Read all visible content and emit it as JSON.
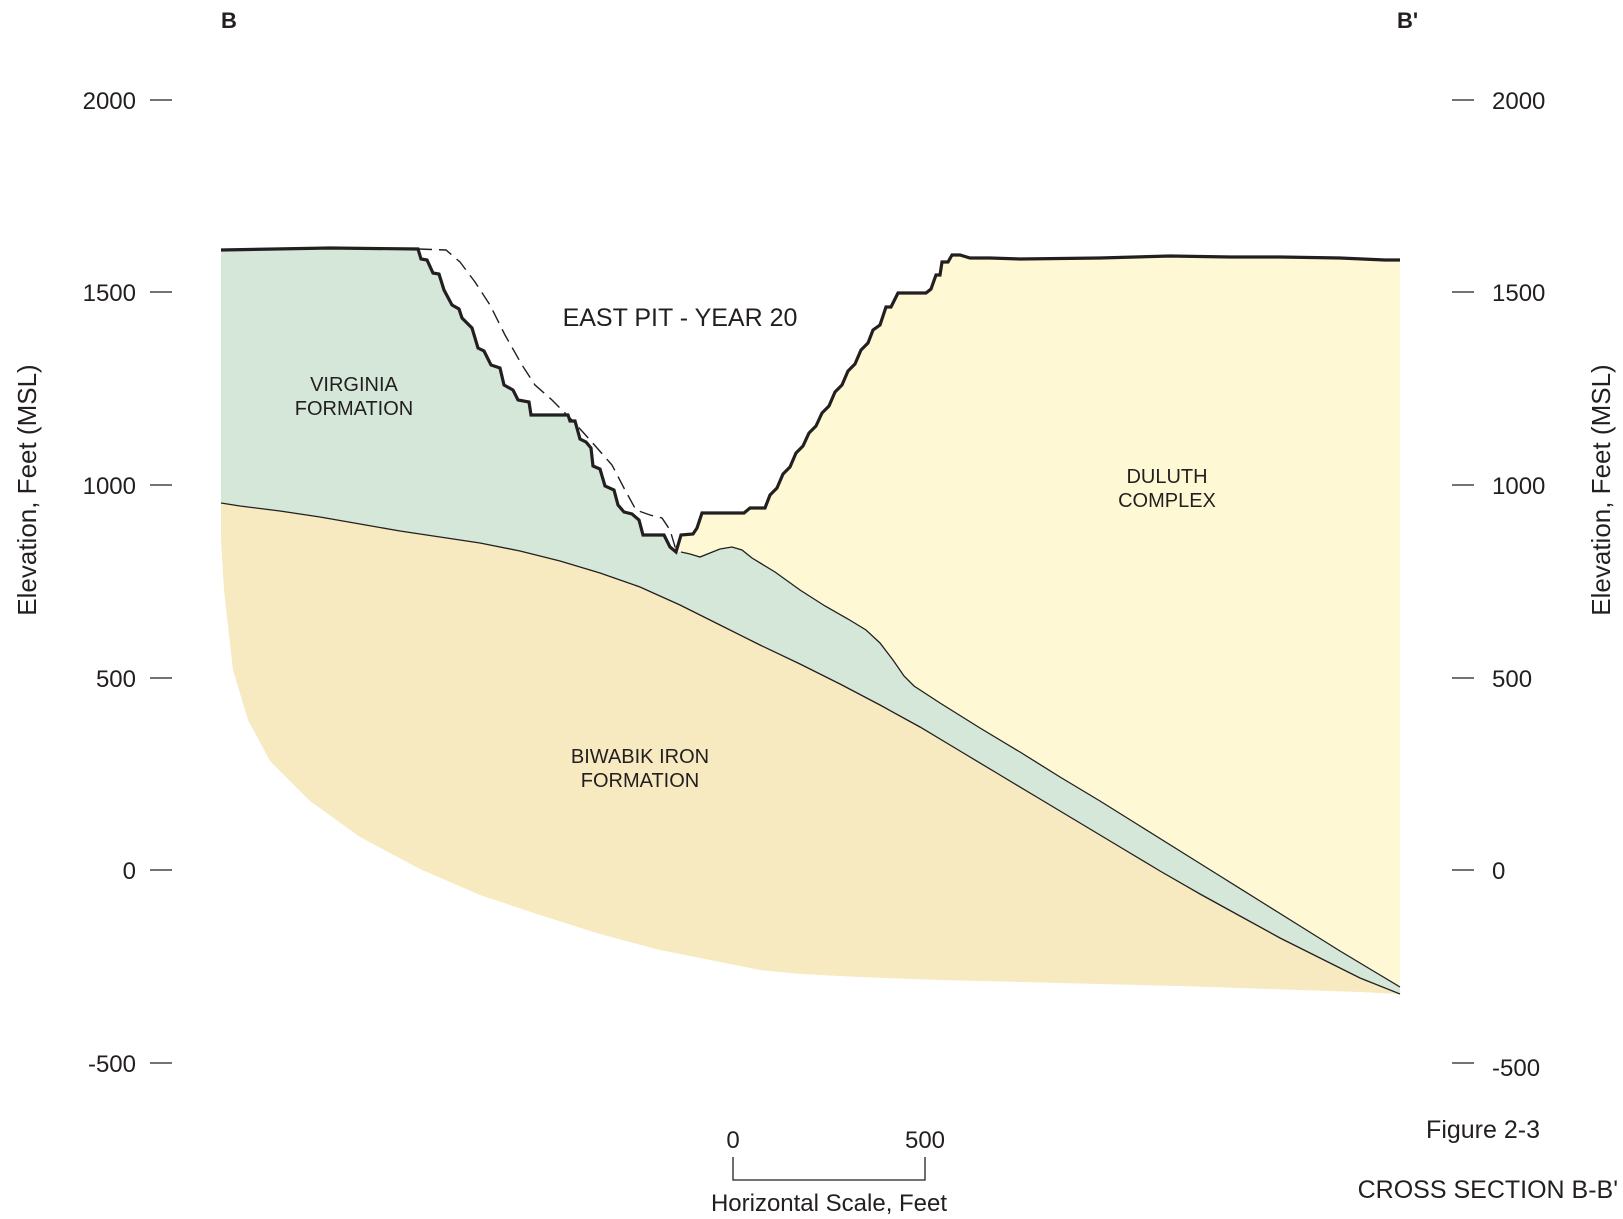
{
  "section": {
    "left_end": "B",
    "right_end": "B'"
  },
  "axes": {
    "left_title": "Elevation, Feet (MSL)",
    "right_title": "Elevation, Feet (MSL)",
    "left_ticks": [
      "2000",
      "1500",
      "1000",
      "500",
      "0",
      "-500"
    ],
    "right_ticks": [
      "2000",
      "1500",
      "1000",
      "500",
      "0",
      "-500"
    ]
  },
  "units": {
    "virginia": [
      "VIRGINIA",
      "FORMATION"
    ],
    "duluth": [
      "DULUTH",
      "COMPLEX"
    ],
    "biwabik": [
      "BIWABIK IRON",
      "FORMATION"
    ]
  },
  "pit_label": "EAST PIT - YEAR 20",
  "scale_bar": {
    "start": "0",
    "end": "500",
    "label": "Horizontal Scale, Feet"
  },
  "figure": {
    "number": "Figure 2-3",
    "title": "CROSS SECTION B-B'"
  },
  "colors": {
    "virginia_fill": "#d5e7d8",
    "duluth_fill": "#fef9d4",
    "biwabik_fill": "#f7e9c0",
    "line": "#231f20"
  }
}
